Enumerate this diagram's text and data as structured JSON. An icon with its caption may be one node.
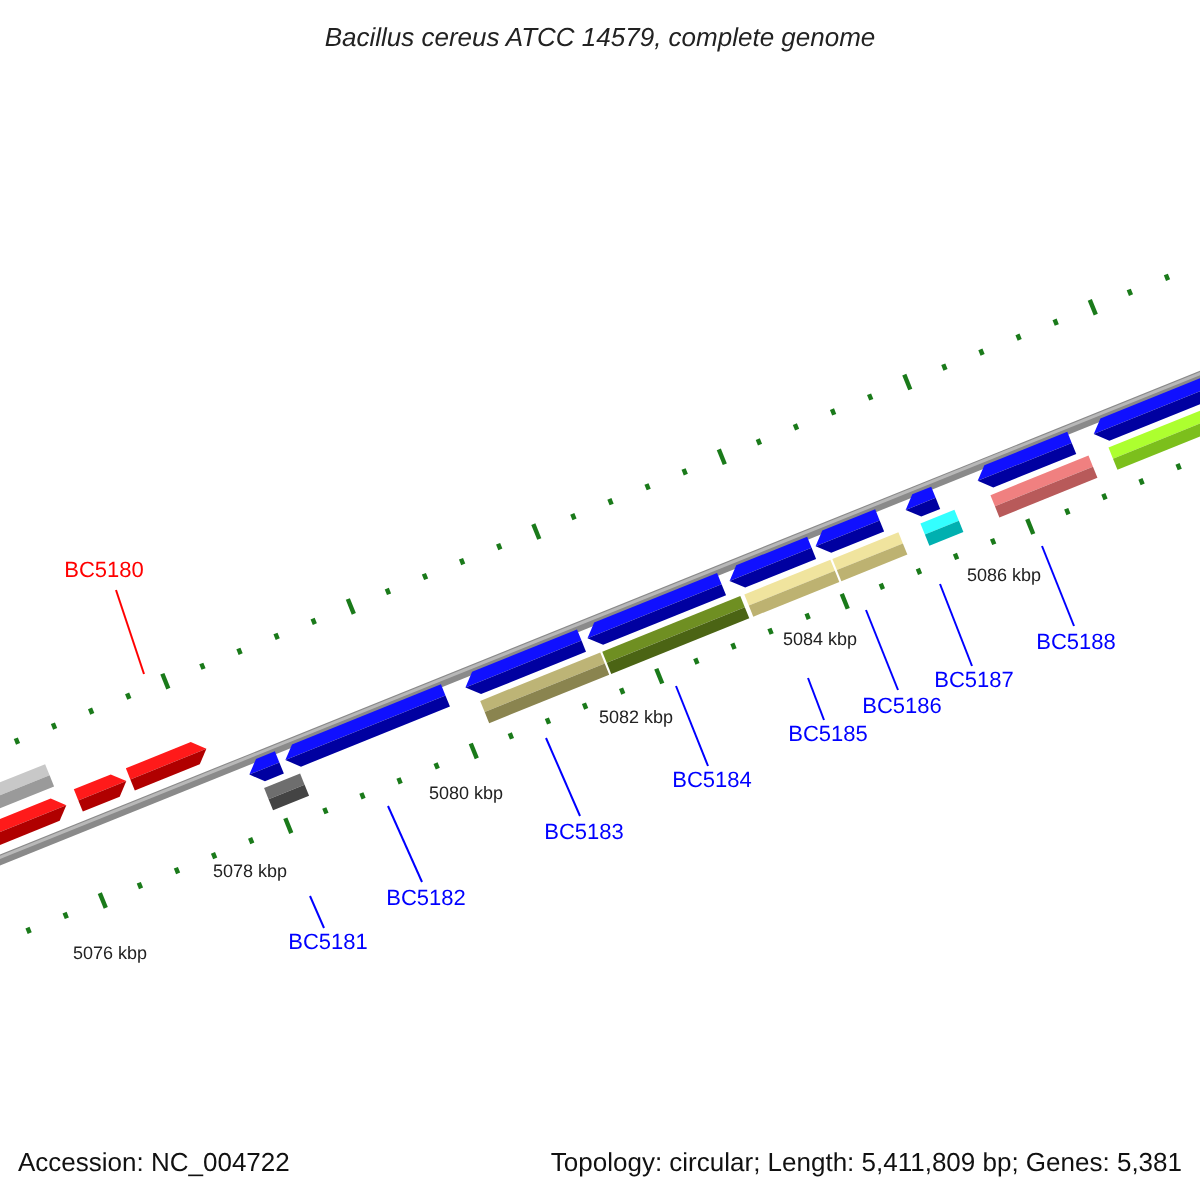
{
  "diagram": {
    "title": "Bacillus cereus ATCC 14579, complete genome",
    "nodes": [
      {
        "text": [
          "BC5180"
        ]
      },
      {
        "text": [
          "BC5181"
        ]
      },
      {
        "text": [
          "BC5182"
        ]
      },
      {
        "text": [
          "BC5183"
        ]
      },
      {
        "text": [
          "BC5184"
        ]
      },
      {
        "text": [
          "BC5185"
        ]
      },
      {
        "text": [
          "BC5186"
        ]
      },
      {
        "text": [
          "BC5187"
        ]
      },
      {
        "text": [
          "BC5188"
        ]
      }
    ],
    "edges": [
      {
        "from": 0,
        "to": null,
        "arrow": "none",
        "color": "#ff0000"
      },
      {
        "from": 1,
        "to": null,
        "arrow": "none"
      },
      {
        "from": 2,
        "to": null,
        "arrow": "none"
      },
      {
        "from": 3,
        "to": null,
        "arrow": "none"
      },
      {
        "from": 4,
        "to": null,
        "arrow": "none"
      },
      {
        "from": 5,
        "to": null,
        "arrow": "none"
      },
      {
        "from": 6,
        "to": null,
        "arrow": "none"
      },
      {
        "from": 7,
        "to": null,
        "arrow": "none"
      },
      {
        "from": 8,
        "to": null,
        "arrow": "none"
      }
    ],
    "labels": [
      "5076 kbp",
      "5078 kbp",
      "5080 kbp",
      "5082 kbp",
      "5084 kbp",
      "5086 kbp",
      "Accession: NC_004722",
      "Topology: circular; Length: 5,411,809 bp; Genes: 5,381"
    ]
  }
}
